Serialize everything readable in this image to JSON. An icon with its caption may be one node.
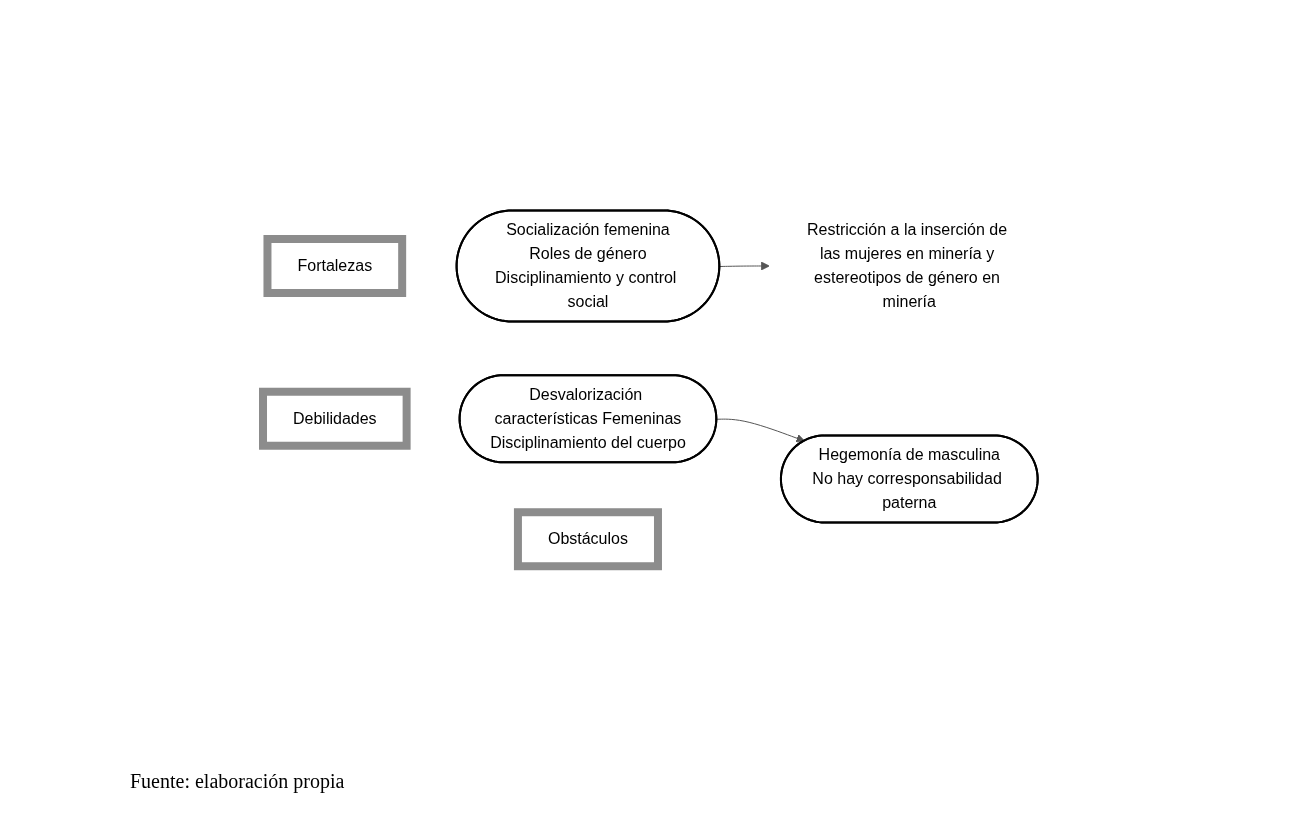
{
  "diagram": {
    "caption": "Fuente: elaboración propia",
    "nodes": [
      {
        "text": [
          "Fortalezas"
        ]
      },
      {
        "text": [
          "Socialización femenina",
          "Roles de género",
          "Disciplinamiento y control social"
        ]
      },
      {
        "text": [
          "Restricción a la inserción de las mujeres en minería y estereotipos de género en minería"
        ]
      },
      {
        "text": [
          "Debilidades"
        ]
      },
      {
        "text": [
          "Desvalorización características Femeninas",
          "Disciplinamiento del cuerpo"
        ]
      },
      {
        "text": [
          "Obstáculos"
        ]
      },
      {
        "text": [
          "Hegemonía de masculina",
          "No hay corresponsabilidad paterna"
        ]
      }
    ],
    "edges": [
      {
        "from": 1,
        "to": 2,
        "arrow": "to"
      },
      {
        "from": 4,
        "to": 6,
        "arrow": "to"
      }
    ]
  }
}
